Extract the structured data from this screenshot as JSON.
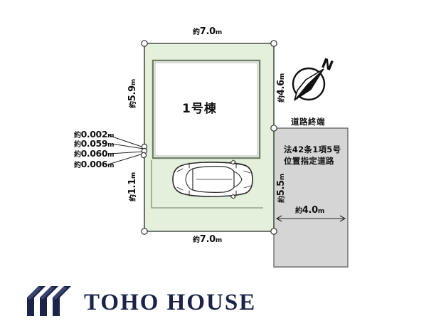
{
  "figure": {
    "type": "site-plan",
    "building_label": "1号棟",
    "road_end_label": "道路終端",
    "road_note_line1": "法42条1項5号",
    "road_note_line2": "位置指定道路",
    "compass_label": "N"
  },
  "dimensions": {
    "top": "約7.0m",
    "bottom": "約7.0m",
    "left_upper": "約5.9m",
    "left_lower": "約1.1m",
    "right_upper": "約4.6m",
    "right_lower": "約5.5m",
    "road_width": "約4.0m",
    "small": [
      "約0.002m",
      "約0.059m",
      "約0.060m",
      "約0.006m"
    ]
  },
  "colors": {
    "plot_fill": "#e4efdc",
    "plot_stroke": "#6f7f66",
    "road_fill": "#d5d5d5",
    "road_stroke": "#5a5a5a",
    "building_fill": "#ffffff",
    "brand_navy": "#1b2348",
    "text": "#111111"
  },
  "branding": {
    "wordmark": "TOHO HOUSE",
    "mark": "three-chevron-roof-icon"
  }
}
